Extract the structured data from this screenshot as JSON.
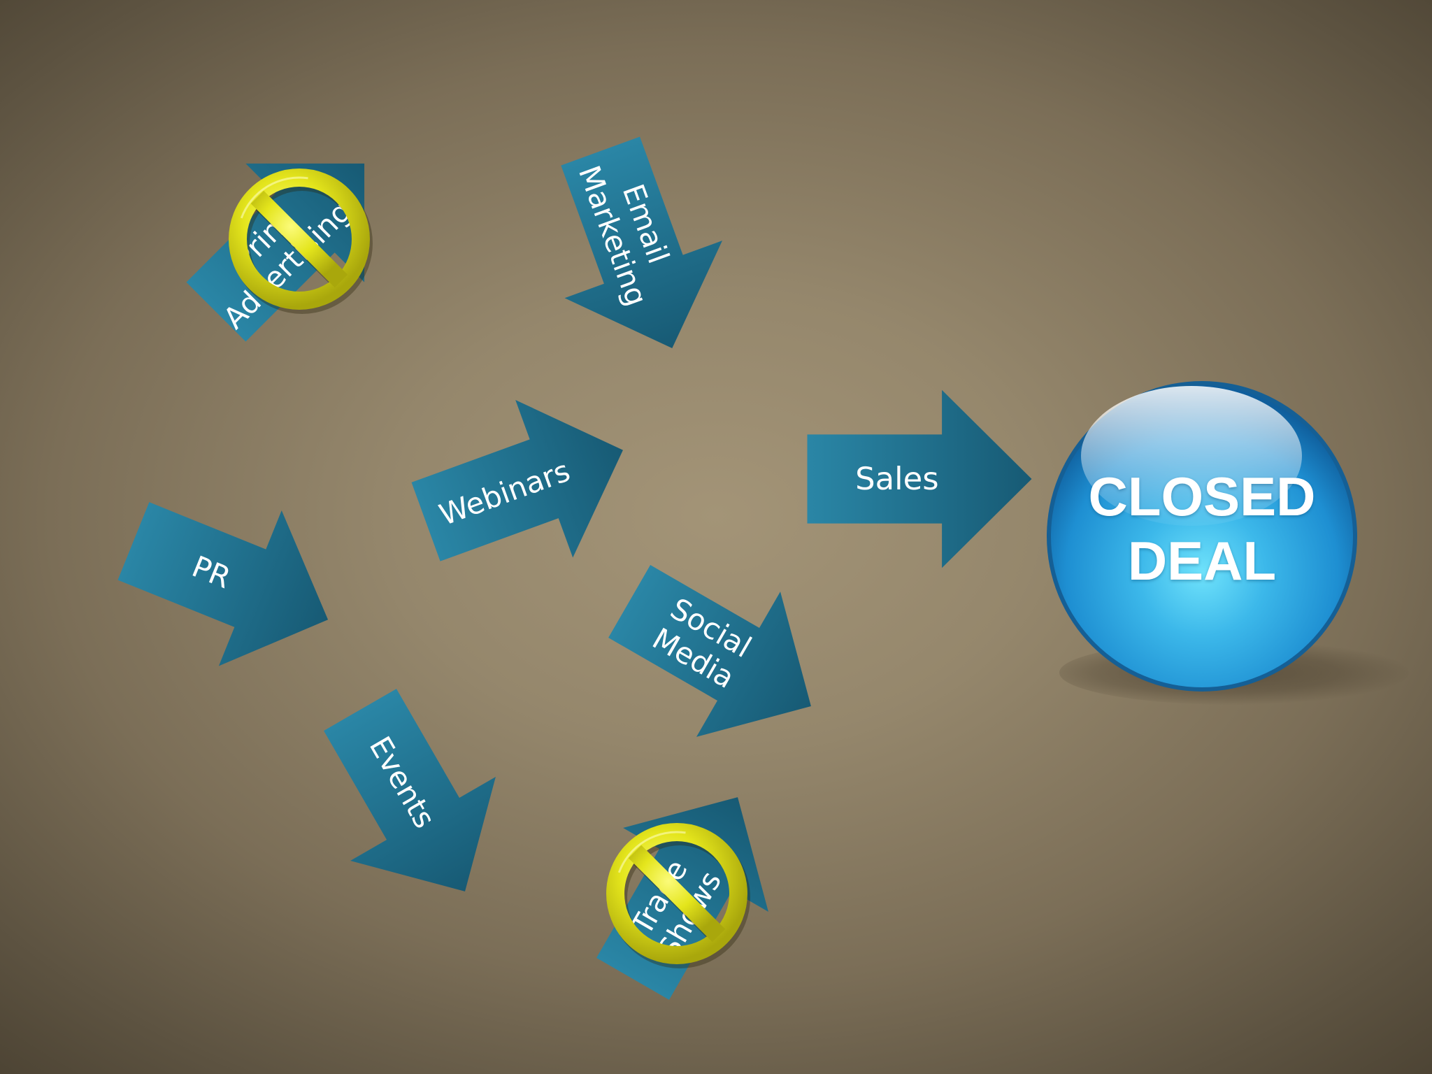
{
  "slide": {
    "arrows": [
      {
        "id": "print-advertising",
        "label": "Print\nAdvertising",
        "crossed_out": true
      },
      {
        "id": "email-marketing",
        "label": "Email\nMarketing",
        "crossed_out": false
      },
      {
        "id": "webinars",
        "label": "Webinars",
        "crossed_out": false
      },
      {
        "id": "pr",
        "label": "PR",
        "crossed_out": false
      },
      {
        "id": "sales",
        "label": "Sales",
        "crossed_out": false
      },
      {
        "id": "social-media",
        "label": "Social\nMedia",
        "crossed_out": false
      },
      {
        "id": "events",
        "label": "Events",
        "crossed_out": false
      },
      {
        "id": "trade-shows",
        "label": "Trade\nShows",
        "crossed_out": true
      }
    ],
    "goal": {
      "label": "CLOSED\nDEAL"
    }
  },
  "colors": {
    "arrow_light": "#2a86a6",
    "arrow_dark": "#175a74",
    "no_sign": "#e5e61c",
    "sphere": "#1e96d8"
  },
  "icons": {
    "crossed_out": "prohibition-sign-icon",
    "arrow": "right-arrow-shape"
  }
}
